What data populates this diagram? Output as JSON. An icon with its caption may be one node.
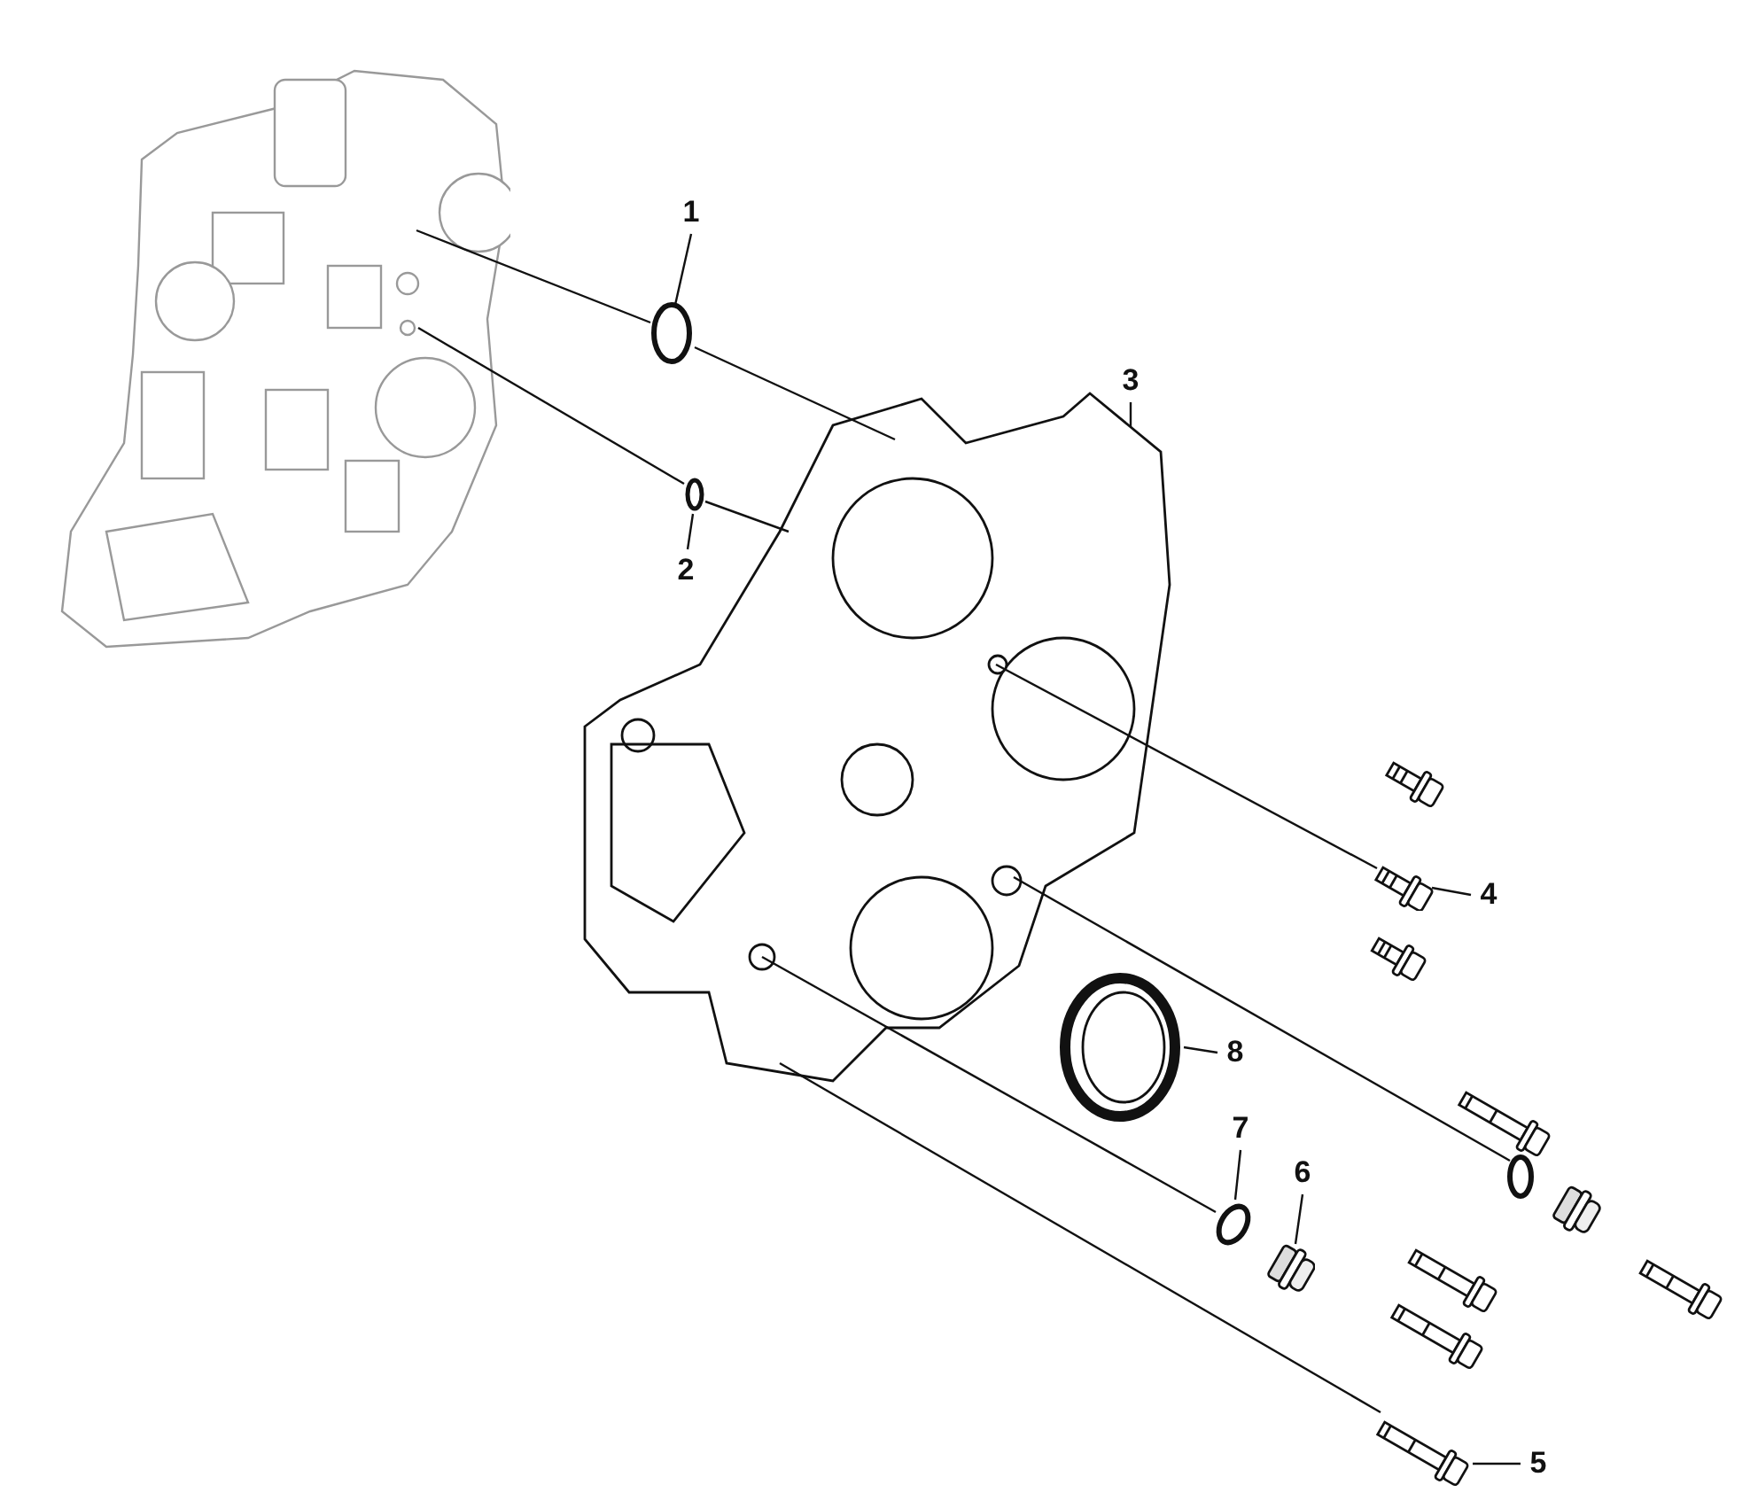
{
  "diagram": {
    "nodes": [
      {
        "text": [
          "1"
        ]
      },
      {
        "text": [],
        "shape": "circle"
      },
      {
        "text": [
          "2"
        ]
      },
      {
        "text": [],
        "shape": "circle"
      },
      {
        "text": [
          "3"
        ]
      },
      {
        "text": [],
        "shape": "picture"
      },
      {
        "text": [
          "4"
        ]
      },
      {
        "text": [],
        "shape": "picture"
      },
      {
        "text": [
          "5"
        ]
      },
      {
        "text": [],
        "shape": "picture"
      },
      {
        "text": [
          "6"
        ]
      },
      {
        "text": [],
        "shape": "cylinder"
      },
      {
        "text": [
          "7"
        ]
      },
      {
        "text": [],
        "shape": "circle"
      },
      {
        "text": [
          "8"
        ]
      },
      {
        "text": [],
        "shape": "picture"
      },
      {
        "text": [],
        "shape": "picture"
      },
      {
        "text": [],
        "shape": "circle"
      }
    ],
    "edges": [
      {
        "from": 0,
        "to": 1,
        "arrow": "none"
      },
      {
        "from": 2,
        "to": 3,
        "arrow": "none"
      },
      {
        "from": 4,
        "to": 5,
        "arrow": "none"
      },
      {
        "from": 6,
        "to": 7,
        "arrow": "none"
      },
      {
        "from": 8,
        "to": 9,
        "arrow": "none"
      },
      {
        "from": 10,
        "to": 11,
        "arrow": "none"
      },
      {
        "from": 12,
        "to": 13,
        "arrow": "none"
      },
      {
        "from": 14,
        "to": 15,
        "arrow": "none"
      },
      {
        "from": 16,
        "to": 1,
        "arrow": "none"
      },
      {
        "from": 1,
        "to": 5,
        "arrow": "none"
      },
      {
        "from": 16,
        "to": 3,
        "arrow": "none"
      },
      {
        "from": 3,
        "to": 5,
        "arrow": "none"
      },
      {
        "from": 5,
        "to": 7,
        "arrow": "none"
      },
      {
        "from": 5,
        "to": 17,
        "arrow": "none"
      },
      {
        "from": 5,
        "to": 13,
        "arrow": "none"
      },
      {
        "from": 5,
        "to": 9,
        "arrow": "none"
      }
    ]
  }
}
